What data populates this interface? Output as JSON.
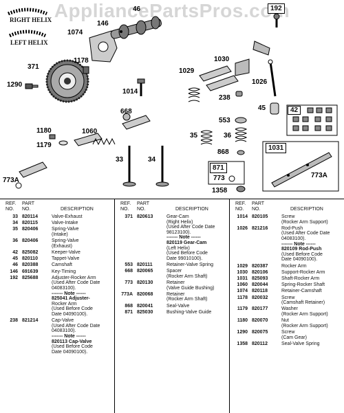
{
  "watermark": "AppliancePartsPros.com",
  "helix": {
    "right": "RIGHT HELIX",
    "left": "LEFT HELIX"
  },
  "callouts": [
    "146",
    "46",
    "1074",
    "192",
    "1178",
    "371",
    "1290",
    "1030",
    "1029",
    "1026",
    "1014",
    "238",
    "45",
    "42",
    "668",
    "553",
    "1180",
    "1060",
    "36",
    "35",
    "1179",
    "868",
    "33",
    "34",
    "1031",
    "871",
    "773",
    "773A",
    "773A",
    "1358"
  ],
  "table": {
    "headers": {
      "ref": [
        "REF.",
        "NO."
      ],
      "part": [
        "PART",
        "NO."
      ],
      "description": "DESCRIPTION"
    },
    "columns": [
      [
        {
          "ref": "33",
          "part": "820114",
          "desc": [
            "Valve-Exhaust"
          ]
        },
        {
          "ref": "34",
          "part": "820115",
          "desc": [
            "Valve-Intake"
          ]
        },
        {
          "ref": "35",
          "part": "820406",
          "desc": [
            "Spring-Valve",
            "(Intake)"
          ]
        },
        {
          "ref": "36",
          "part": "820406",
          "desc": [
            "Spring-Valve",
            "(Exhaust)"
          ]
        },
        {
          "ref": "42",
          "part": "825082",
          "desc": [
            "Keeper-Valve"
          ]
        },
        {
          "ref": "45",
          "part": "820110",
          "desc": [
            "Tappet-Valve"
          ]
        },
        {
          "ref": "46",
          "part": "820388",
          "desc": [
            "Camshaft"
          ]
        },
        {
          "ref": "146",
          "part": "691639",
          "desc": [
            "Key-Timing"
          ]
        },
        {
          "ref": "192",
          "part": "825688",
          "desc": [
            "Adjuster-Rocker Arm",
            "(Used After Code Date",
            "04083100).",
            "------- Note ------",
            "825041 Adjuster-",
            "Rocker Arm",
            "(Used Before Code",
            "Date 04090100)."
          ]
        },
        {
          "ref": "238",
          "part": "821214",
          "desc": [
            "Cap-Valve",
            "(Used After Code Date",
            "04083100).",
            "------- Note ------",
            "820113 Cap-Valve",
            "(Used Before Code",
            "Date 04090100)."
          ]
        }
      ],
      [
        {
          "ref": "371",
          "part": "820613",
          "desc": [
            "Gear-Cam",
            "(Right Helix)",
            "(Used After Code Date",
            "98123100).",
            "------- Note ------",
            "820119 Gear-Cam",
            "(Left Helix)",
            "(Used Before Code",
            "Date 99010100)."
          ]
        },
        {
          "ref": "553",
          "part": "820111",
          "desc": [
            "Retainer-Valve Spring"
          ]
        },
        {
          "ref": "668",
          "part": "820065",
          "desc": [
            "Spacer",
            "(Rocker Arm Shaft)"
          ]
        },
        {
          "ref": "773",
          "part": "820130",
          "desc": [
            "Retainer",
            "(Valve Guide Bushing)"
          ]
        },
        {
          "ref": "773A",
          "part": "820068",
          "desc": [
            "Retainer",
            "(Rocker Arm Shaft)"
          ]
        },
        {
          "ref": "868",
          "part": "820041",
          "desc": [
            "Seal-Valve"
          ]
        },
        {
          "ref": "871",
          "part": "825030",
          "desc": [
            "Bushing-Valve Guide"
          ]
        }
      ],
      [
        {
          "ref": "1014",
          "part": "820105",
          "desc": [
            "Screw",
            "(Rocker Arm Support)"
          ]
        },
        {
          "ref": "1026",
          "part": "821216",
          "desc": [
            "Rod-Push",
            "(Used After Code Date",
            "04083100).",
            "------- Note ------",
            "820109 Rod-Push",
            "(Used Before Code",
            "Date 04090100)."
          ]
        },
        {
          "ref": "1029",
          "part": "820387",
          "desc": [
            "Rocker Arm"
          ]
        },
        {
          "ref": "1030",
          "part": "820106",
          "desc": [
            "Support-Rocker Arm"
          ]
        },
        {
          "ref": "1031",
          "part": "825093",
          "desc": [
            "Shaft-Rocker Arm"
          ]
        },
        {
          "ref": "1060",
          "part": "820044",
          "desc": [
            "Spring-Rocker Shaft"
          ]
        },
        {
          "ref": "1074",
          "part": "820118",
          "desc": [
            "Retainer-Camshaft"
          ]
        },
        {
          "ref": "1178",
          "part": "820032",
          "desc": [
            "Screw",
            "(Camshaft  Retainer)"
          ]
        },
        {
          "ref": "1179",
          "part": "820177",
          "desc": [
            "Washer",
            "(Rocker Arm Support)"
          ]
        },
        {
          "ref": "1180",
          "part": "820070",
          "desc": [
            "Nut",
            "(Rocker Arm Support)"
          ]
        },
        {
          "ref": "1290",
          "part": "820075",
          "desc": [
            "Screw",
            "(Cam Gear)"
          ]
        },
        {
          "ref": "1358",
          "part": "820112",
          "desc": [
            "Seal-Valve Spring"
          ]
        }
      ]
    ]
  }
}
